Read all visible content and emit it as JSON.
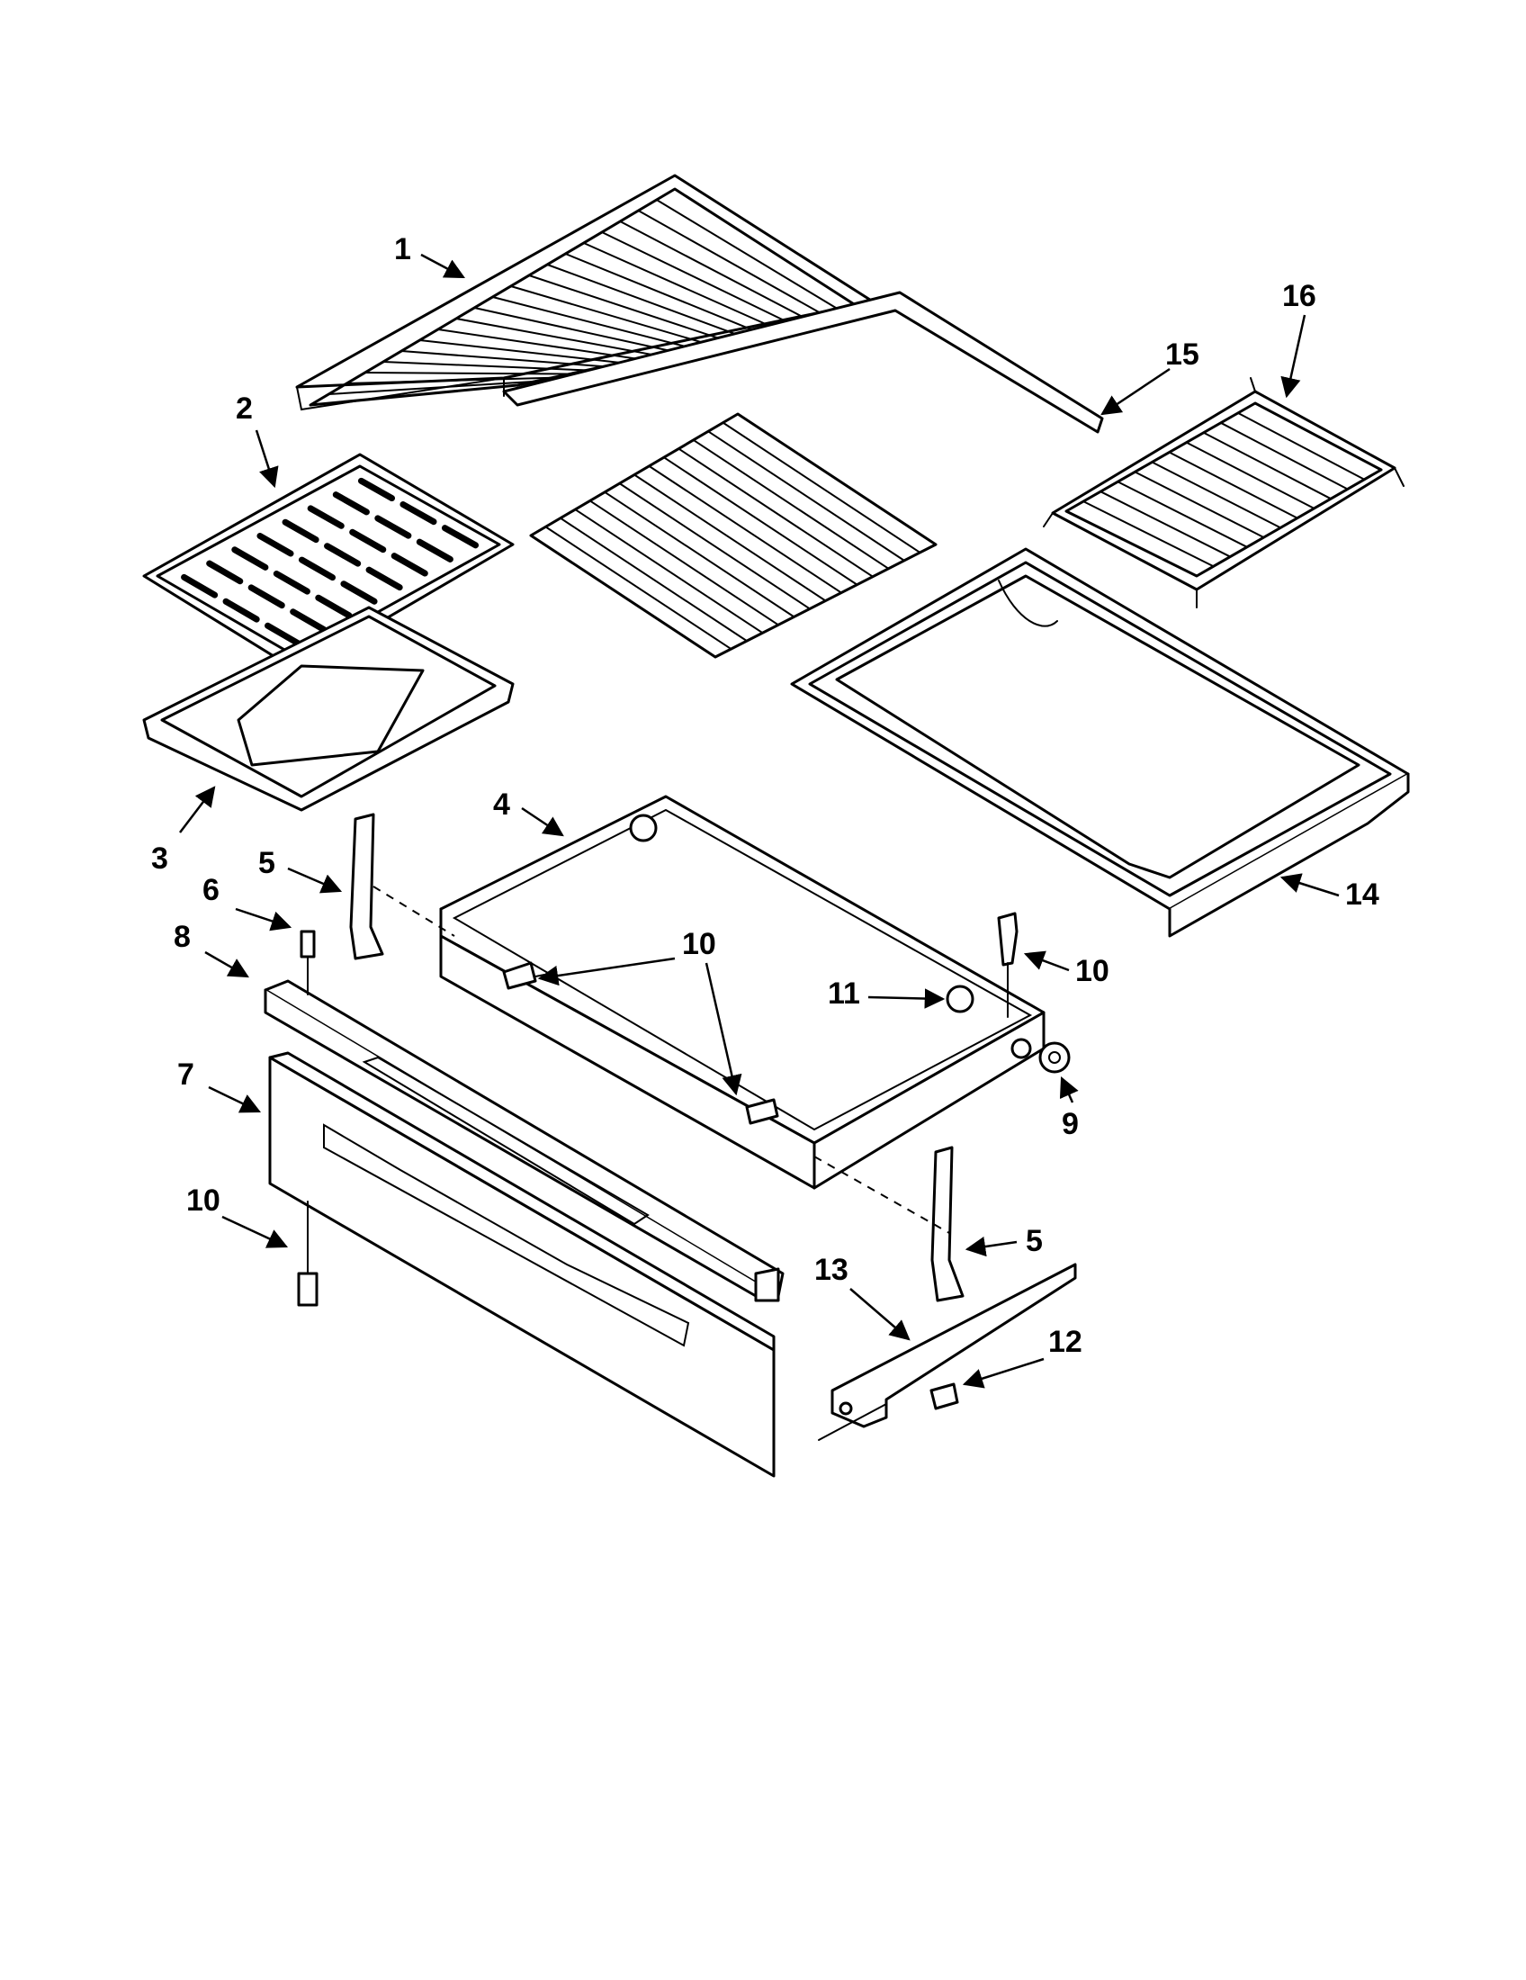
{
  "diagram": {
    "callouts": [
      {
        "id": "c1",
        "label": "1"
      },
      {
        "id": "c2",
        "label": "2"
      },
      {
        "id": "c3",
        "label": "3"
      },
      {
        "id": "c4",
        "label": "4"
      },
      {
        "id": "c5a",
        "label": "5"
      },
      {
        "id": "c5b",
        "label": "5"
      },
      {
        "id": "c6",
        "label": "6"
      },
      {
        "id": "c7",
        "label": "7"
      },
      {
        "id": "c8",
        "label": "8"
      },
      {
        "id": "c9",
        "label": "9"
      },
      {
        "id": "c10a",
        "label": "10"
      },
      {
        "id": "c10b",
        "label": "10"
      },
      {
        "id": "c10c",
        "label": "10"
      },
      {
        "id": "c10d",
        "label": "10"
      },
      {
        "id": "c11",
        "label": "11"
      },
      {
        "id": "c12",
        "label": "12"
      },
      {
        "id": "c13",
        "label": "13"
      },
      {
        "id": "c14",
        "label": "14"
      },
      {
        "id": "c15",
        "label": "15"
      },
      {
        "id": "c16",
        "label": "16"
      }
    ]
  }
}
